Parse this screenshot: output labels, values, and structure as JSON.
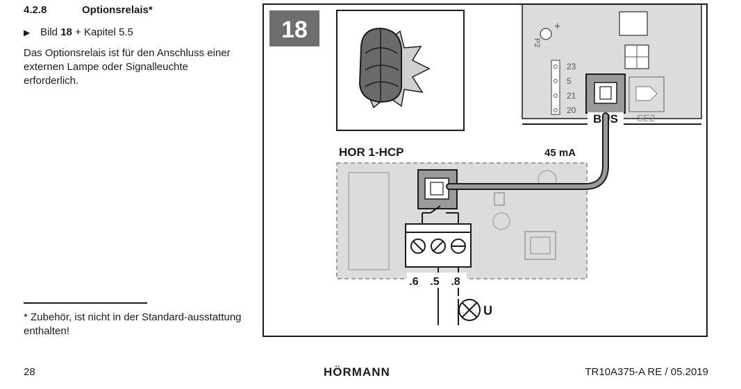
{
  "section": {
    "number": "4.2.8",
    "title": "Optionsrelais*",
    "reference_prefix": "Bild ",
    "reference_bold": "18",
    "reference_suffix": " + Kapitel 5.5",
    "body": "Das Optionsrelais ist für den Anschluss einer externen Lampe oder Signalleuchte erforderlich."
  },
  "footnote": "* Zubehör, ist nicht in der Standard-ausstattung enthalten!",
  "figure": {
    "number": "18",
    "module_name": "HOR 1-HCP",
    "current": "45 mA",
    "bus_label": "BUS",
    "se2_label": "SE2",
    "p2_label": "P2",
    "pin_labels": [
      "23",
      "5",
      "21",
      "20"
    ],
    "terminal_labels": [
      ".6",
      ".5",
      ".8"
    ],
    "lamp_label": "U",
    "colors": {
      "board": "#dcdcdc",
      "badge": "#6e6e6e"
    }
  },
  "footer": {
    "page": "28",
    "brand": "HÖRMANN",
    "doc_ref": "TR10A375-A RE / 05.2019"
  }
}
